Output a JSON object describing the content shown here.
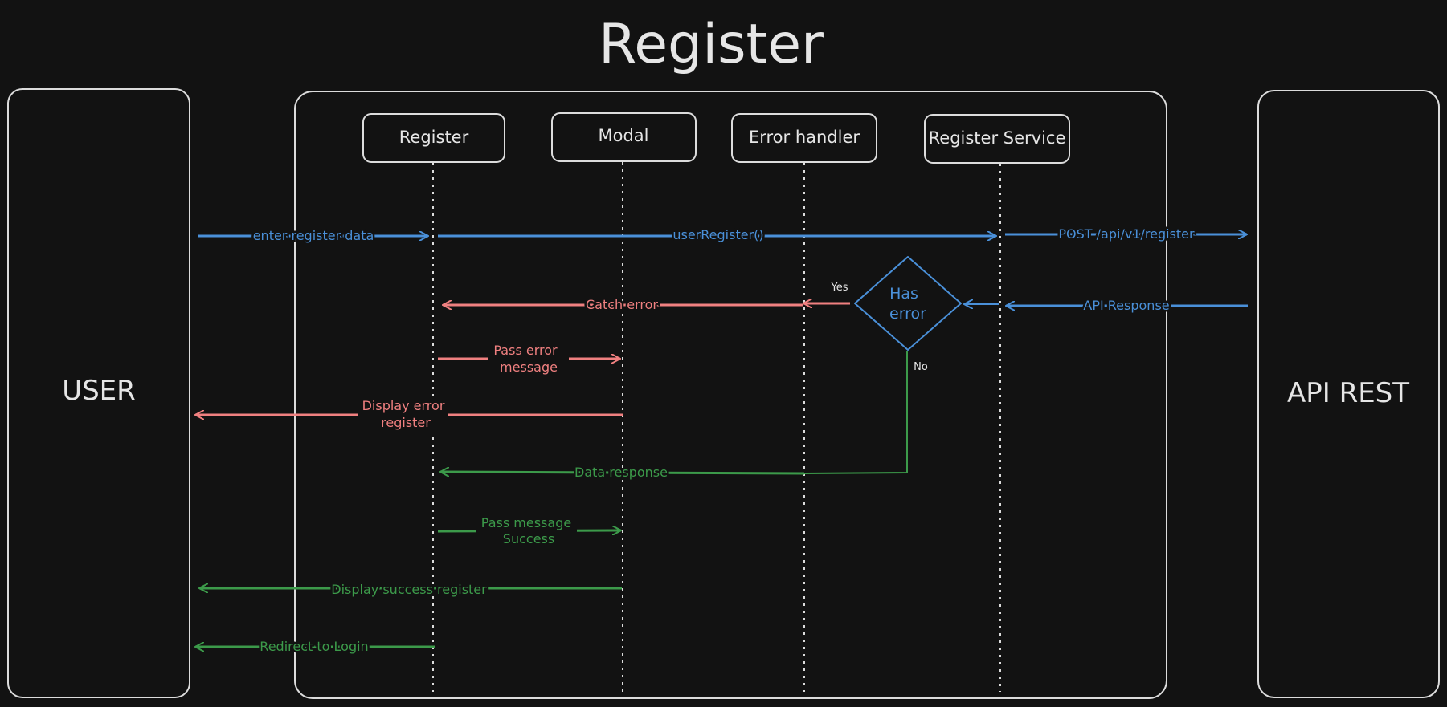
{
  "title": "Register",
  "actors": {
    "user": "USER",
    "api": "API REST"
  },
  "lifelines": {
    "register": "Register",
    "modal": "Modal",
    "error_handler": "Error handler",
    "register_service": "Register Service"
  },
  "decision": {
    "line1": "Has",
    "line2": "error",
    "yes": "Yes",
    "no": "No"
  },
  "messages": {
    "enter_register_data": "enter register data",
    "user_register": "userRegister()",
    "post_api": "POST /api/v1/register",
    "api_response": "API Response",
    "catch_error": "Catch error",
    "pass_error_1": "Pass error",
    "pass_error_2": "message",
    "display_error_1": "Display error",
    "display_error_2": "register",
    "data_response": "Data response",
    "pass_message_1": "Pass message",
    "pass_message_2": "Success",
    "display_success": "Display success register",
    "redirect_login": "Redirect to Login"
  },
  "colors": {
    "blue": "#4a90d9",
    "red": "#f08080",
    "green": "#3c9a4a",
    "stroke": "#dcdcdc",
    "background": "#121212"
  }
}
